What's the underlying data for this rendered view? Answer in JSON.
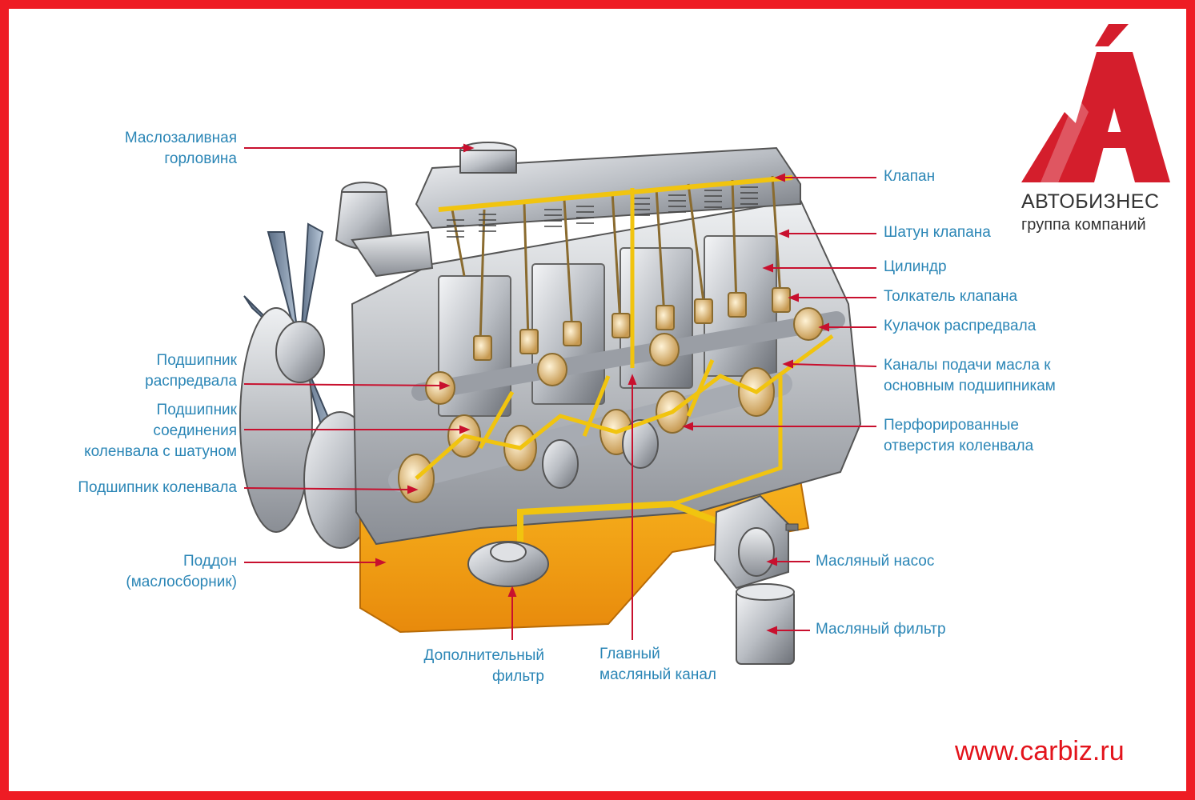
{
  "labels": {
    "oil_filler": [
      "Маслозаливная",
      "горловина"
    ],
    "camshaft_bearing": [
      "Подшипник",
      "распредвала"
    ],
    "rod_bearing": [
      "Подшипник",
      "соединения",
      "коленвала с шатуном"
    ],
    "main_bearing": [
      "Подшипник коленвала"
    ],
    "sump": [
      "Поддон",
      "(маслосборник)"
    ],
    "extra_filter": [
      "Дополнительный",
      "фильтр"
    ],
    "main_gallery": [
      "Главный",
      "масляный канал"
    ],
    "valve": [
      "Клапан"
    ],
    "pushrod": [
      "Шатун клапана"
    ],
    "cylinder": [
      "Цилиндр"
    ],
    "lifter": [
      "Толкатель клапана"
    ],
    "cam_lobe": [
      "Кулачок распредвала"
    ],
    "oil_channels": [
      "Каналы подачи масла к",
      "основным подшипникам"
    ],
    "crank_holes": [
      "Перфорированные",
      "отверстия коленвала"
    ],
    "oil_pump": [
      "Масляный насос"
    ],
    "oil_filter": [
      "Масляный фильтр"
    ]
  },
  "logo": {
    "letter": "А",
    "name": "АВТОБИЗНЕС",
    "subtitle": "группа компаний"
  },
  "footer_url": "www.carbiz.ru",
  "colors": {
    "frame": "#ee1c24",
    "label_text": "#2b86b6",
    "leader_line": "#c8102e",
    "oil_yellow": "#f1c40f",
    "oil_orange": "#f39c12",
    "logo_red": "#d41e2c",
    "metal": "#c9ccd1"
  }
}
